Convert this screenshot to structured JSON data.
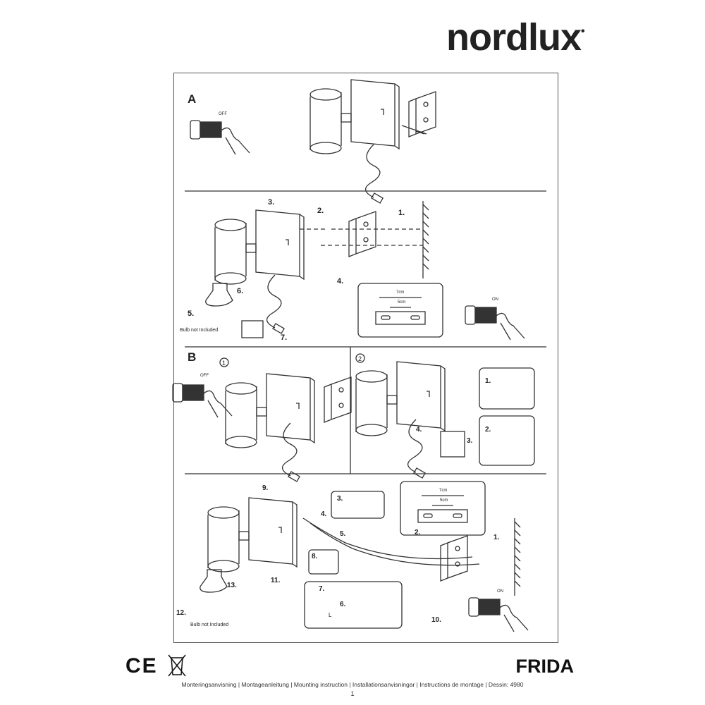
{
  "brand": {
    "logo_text": "nordlux",
    "logo_mark": "•"
  },
  "sections": {
    "a": {
      "label": "A",
      "off": "OFF"
    },
    "a2": {
      "steps": [
        "1.",
        "2.",
        "3.",
        "4.",
        "5.",
        "6.",
        "7."
      ],
      "dim_outer": "7cm",
      "dim_inner": "5cm",
      "bulb_note": "Bulb not Included",
      "on": "ON"
    },
    "b": {
      "label": "B",
      "panel1": "1",
      "panel2": "2",
      "off": "OFF",
      "steps": [
        "1.",
        "2.",
        "3.",
        "4."
      ]
    },
    "b3": {
      "steps": [
        "1.",
        "2.",
        "3.",
        "4.",
        "5.",
        "6.",
        "7.",
        "8.",
        "9.",
        "10.",
        "11.",
        "12.",
        "13."
      ],
      "dim_outer": "7cm",
      "dim_inner": "5cm",
      "bulb_note": "Bulb not Included",
      "on": "ON",
      "wire_l": "L"
    }
  },
  "footer": {
    "certification": "CE",
    "model": "FRIDA",
    "languages": "Monteringsanvisning | Montageanleitung | Mounting instruction | Installationsanvisningar | Instructions de montage | Dessin: 4980",
    "page": "1"
  }
}
